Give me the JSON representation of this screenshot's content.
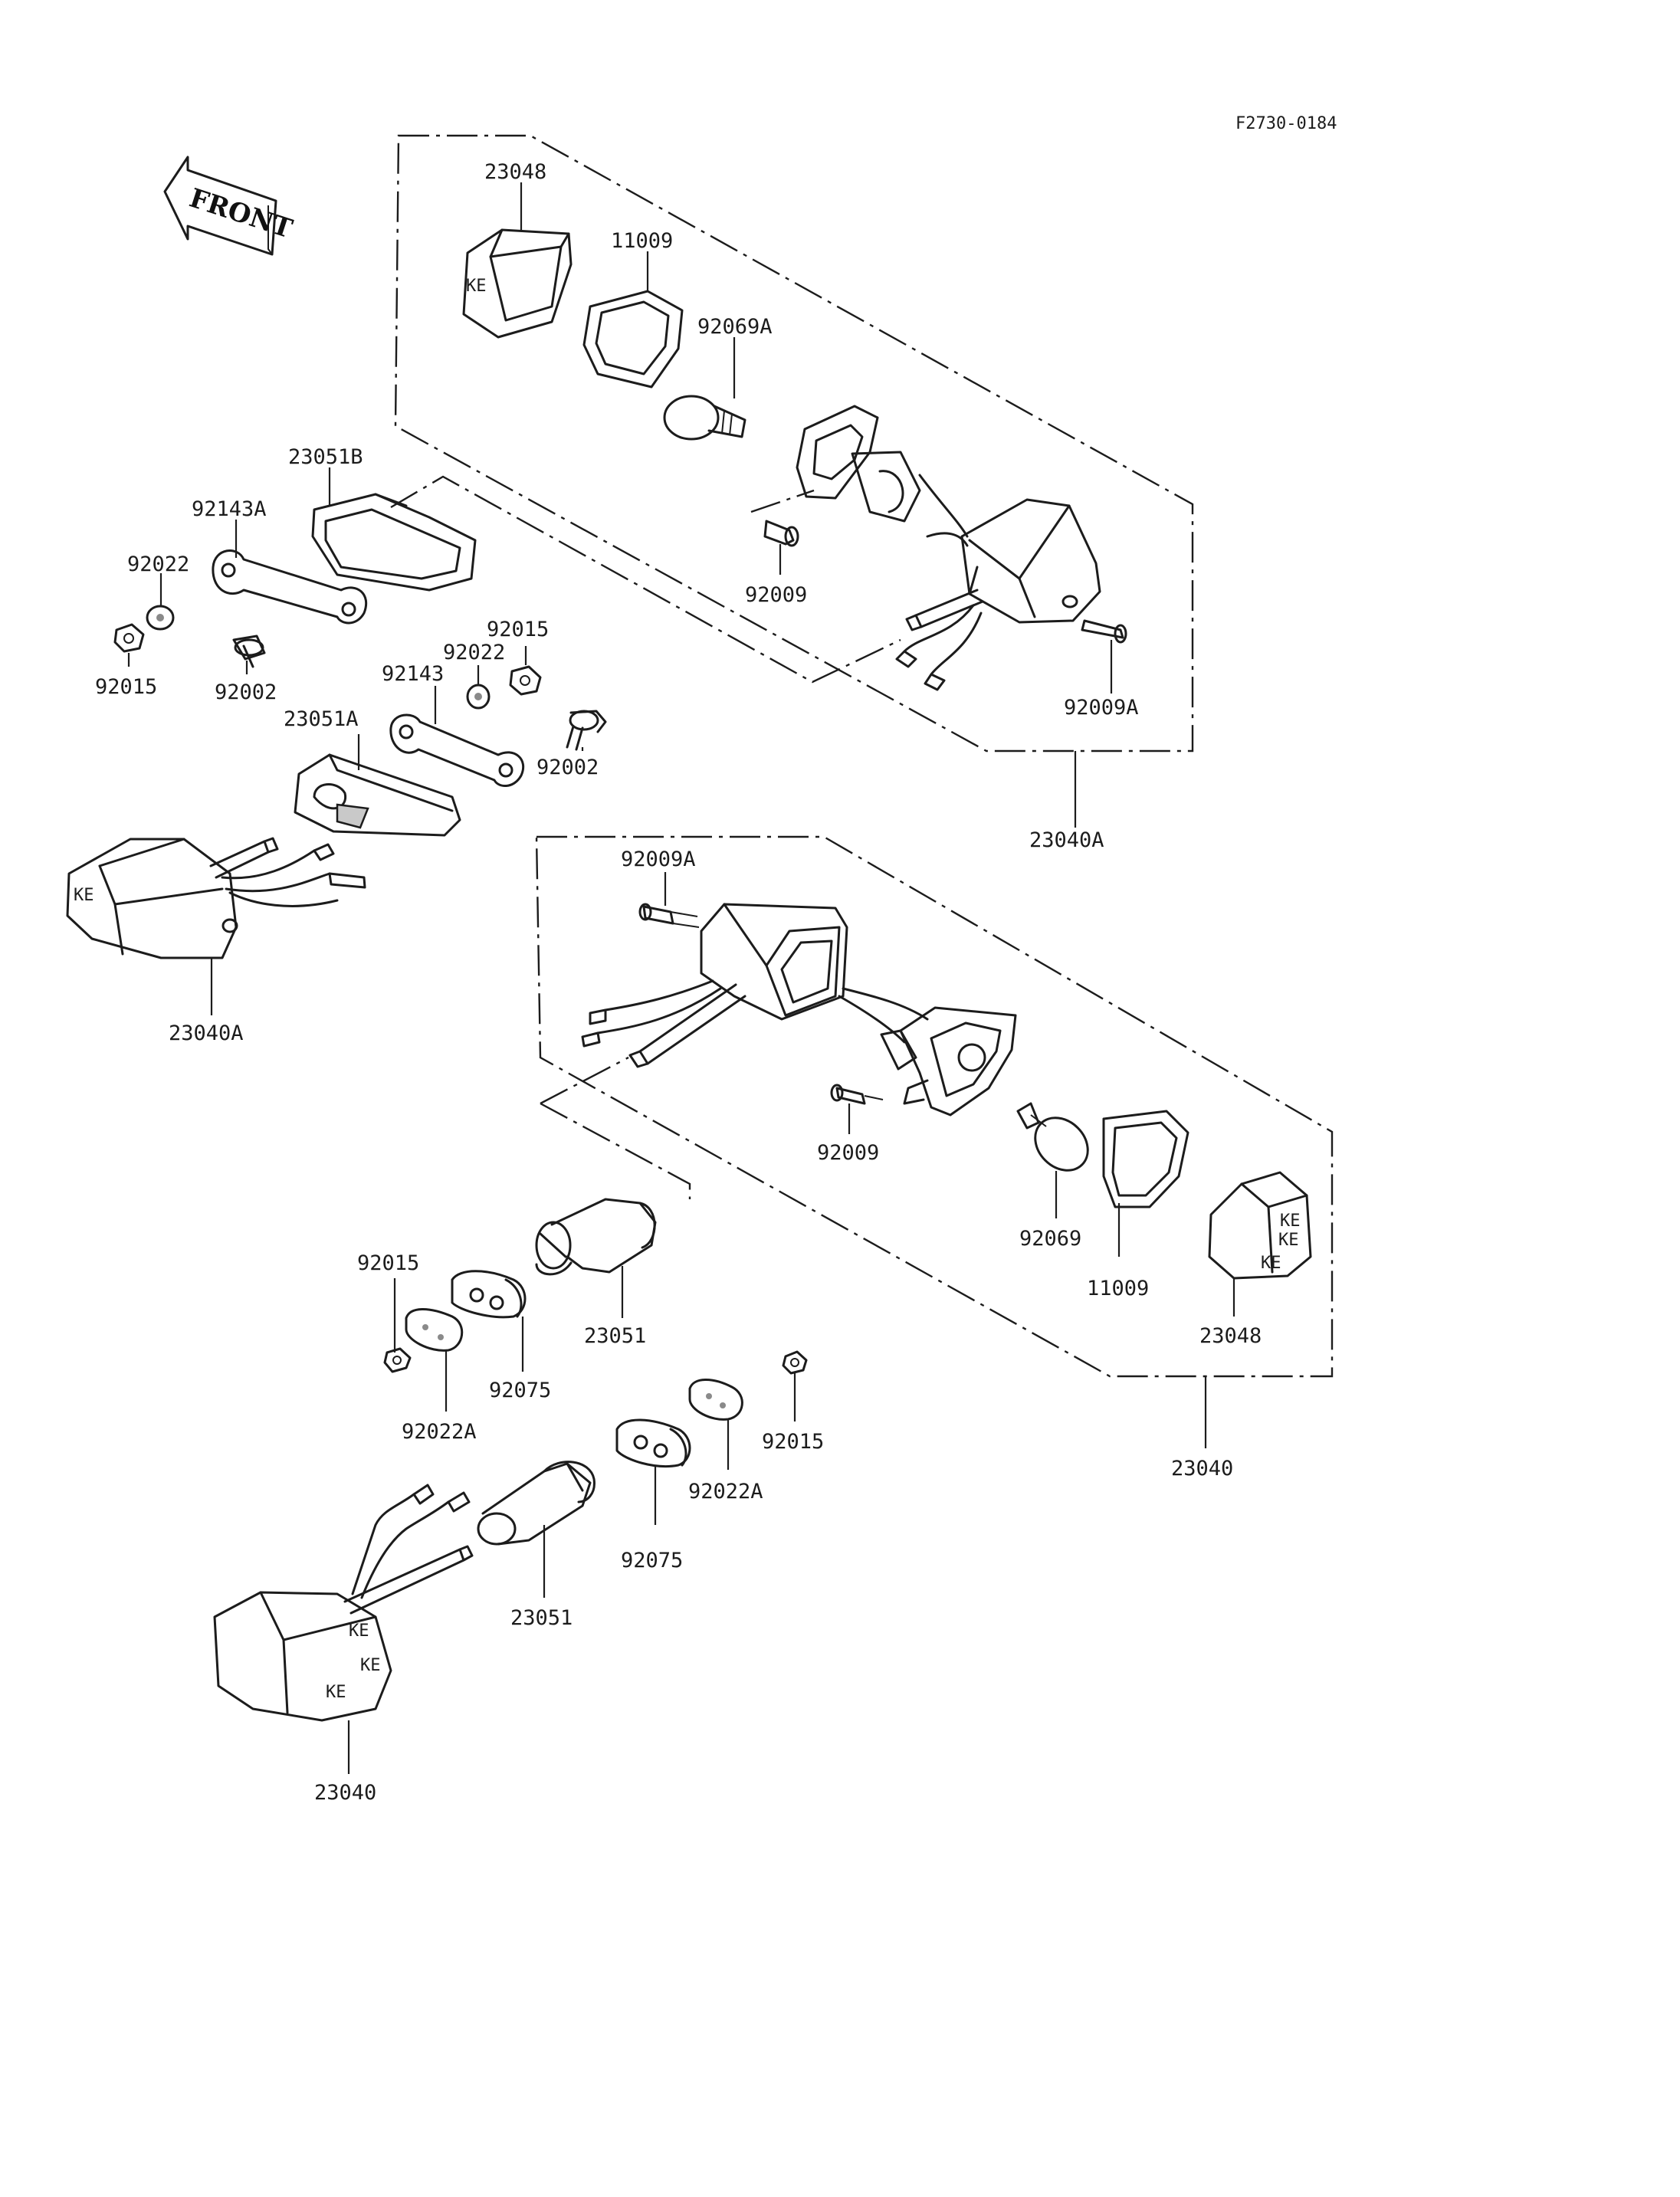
{
  "document_code": "F2730-0184",
  "front_label": "FRONT",
  "labels": {
    "l_23048_top": "23048",
    "l_11009_top": "11009",
    "l_92069A": "92069A",
    "l_92009_top": "92009",
    "l_92009A_top": "92009A",
    "l_23040A_right": "23040A",
    "l_23051B": "23051B",
    "l_92143A": "92143A",
    "l_92022_left": "92022",
    "l_92015_left": "92015",
    "l_92002_left": "92002",
    "l_92015_mid": "92015",
    "l_92022_mid": "92022",
    "l_92143": "92143",
    "l_92002_mid": "92002",
    "l_23051A": "23051A",
    "l_23040A_left": "23040A",
    "l_92009A_mid": "92009A",
    "l_92009_mid": "92009",
    "l_92069": "92069",
    "l_11009_mid": "11009",
    "l_23048_mid": "23048",
    "l_23040_right": "23040",
    "l_92015_lowleft": "92015",
    "l_92022A_left": "92022A",
    "l_92075_left": "92075",
    "l_23051_mid": "23051",
    "l_92015_lowright": "92015",
    "l_92022A_right": "92022A",
    "l_92075_right": "92075",
    "l_23051_low": "23051",
    "l_23040_low": "23040"
  }
}
